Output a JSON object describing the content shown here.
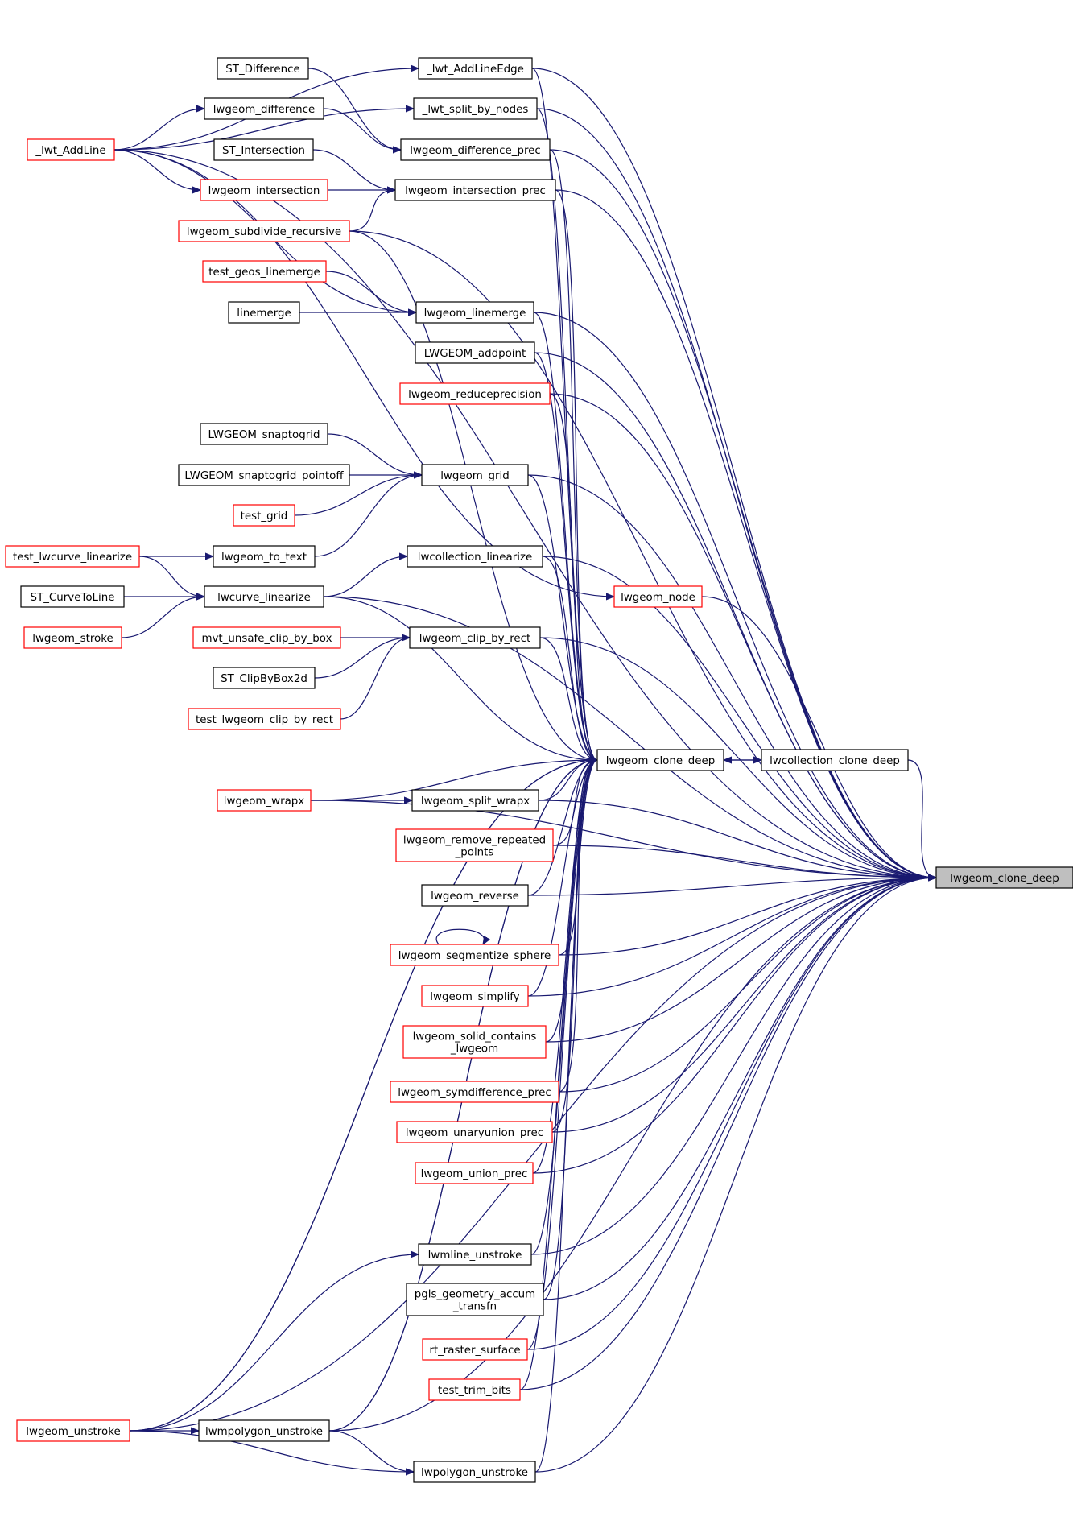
{
  "colors": {
    "edge": "#191970",
    "node_border_default": "#000000",
    "node_border_linked": "#ff0000",
    "node_fill_default": "#ffffff",
    "node_fill_focus": "#bfbfbf"
  },
  "focus_node": "n_lwgeom_clone_deep",
  "nodes": [
    {
      "id": "n_lwgeom_clone_deep",
      "label": "lwgeom_clone_deep",
      "lines": [
        "lwgeom_clone_deep"
      ],
      "style": "focus"
    },
    {
      "id": "n_lwgeom_clone_deep_src",
      "label": "lwgeom_clone_deep",
      "lines": [
        "lwgeom_clone_deep"
      ],
      "style": "default"
    },
    {
      "id": "n_lwcollection_clone_deep",
      "label": "lwcollection_clone_deep",
      "lines": [
        "lwcollection_clone_deep"
      ],
      "style": "default"
    },
    {
      "id": "n_lwt_AddLineEdge",
      "label": "_lwt_AddLineEdge",
      "lines": [
        "_lwt_AddLineEdge"
      ],
      "style": "default"
    },
    {
      "id": "n_lwt_split_by_nodes",
      "label": "_lwt_split_by_nodes",
      "lines": [
        "_lwt_split_by_nodes"
      ],
      "style": "default"
    },
    {
      "id": "n_lwgeom_difference_prec",
      "label": "lwgeom_difference_prec",
      "lines": [
        "lwgeom_difference_prec"
      ],
      "style": "default"
    },
    {
      "id": "n_lwgeom_intersection_prec",
      "label": "lwgeom_intersection_prec",
      "lines": [
        "lwgeom_intersection_prec"
      ],
      "style": "default"
    },
    {
      "id": "n_lwgeom_subdivide_recursive",
      "label": "lwgeom_subdivide_recursive",
      "lines": [
        "lwgeom_subdivide_recursive"
      ],
      "style": "linked"
    },
    {
      "id": "n_lwgeom_linemerge",
      "label": "lwgeom_linemerge",
      "lines": [
        "lwgeom_linemerge"
      ],
      "style": "default"
    },
    {
      "id": "n_LWGEOM_addpoint",
      "label": "LWGEOM_addpoint",
      "lines": [
        "LWGEOM_addpoint"
      ],
      "style": "default"
    },
    {
      "id": "n_lwgeom_reduceprecision",
      "label": "lwgeom_reduceprecision",
      "lines": [
        "lwgeom_reduceprecision"
      ],
      "style": "linked"
    },
    {
      "id": "n_lwgeom_grid",
      "label": "lwgeom_grid",
      "lines": [
        "lwgeom_grid"
      ],
      "style": "default"
    },
    {
      "id": "n_lwcollection_linearize",
      "label": "lwcollection_linearize",
      "lines": [
        "lwcollection_linearize"
      ],
      "style": "default"
    },
    {
      "id": "n_lwgeom_node",
      "label": "lwgeom_node",
      "lines": [
        "lwgeom_node"
      ],
      "style": "linked"
    },
    {
      "id": "n_lwcurve_linearize",
      "label": "lwcurve_linearize",
      "lines": [
        "lwcurve_linearize"
      ],
      "style": "default"
    },
    {
      "id": "n_lwgeom_clip_by_rect",
      "label": "lwgeom_clip_by_rect",
      "lines": [
        "lwgeom_clip_by_rect"
      ],
      "style": "default"
    },
    {
      "id": "n_lwgeom_split_wrapx",
      "label": "lwgeom_split_wrapx",
      "lines": [
        "lwgeom_split_wrapx"
      ],
      "style": "default"
    },
    {
      "id": "n_lwgeom_remove_repeated_points",
      "label": "lwgeom_remove_repeated_points",
      "lines": [
        "lwgeom_remove_repeated",
        "_points"
      ],
      "style": "linked"
    },
    {
      "id": "n_lwgeom_reverse",
      "label": "lwgeom_reverse",
      "lines": [
        "lwgeom_reverse"
      ],
      "style": "default"
    },
    {
      "id": "n_lwgeom_segmentize_sphere",
      "label": "lwgeom_segmentize_sphere",
      "lines": [
        "lwgeom_segmentize_sphere"
      ],
      "style": "linked"
    },
    {
      "id": "n_lwgeom_simplify",
      "label": "lwgeom_simplify",
      "lines": [
        "lwgeom_simplify"
      ],
      "style": "linked"
    },
    {
      "id": "n_lwgeom_solid_contains_lwgeom",
      "label": "lwgeom_solid_contains_lwgeom",
      "lines": [
        "lwgeom_solid_contains",
        "_lwgeom"
      ],
      "style": "linked"
    },
    {
      "id": "n_lwgeom_symdifference_prec",
      "label": "lwgeom_symdifference_prec",
      "lines": [
        "lwgeom_symdifference_prec"
      ],
      "style": "linked"
    },
    {
      "id": "n_lwgeom_unaryunion_prec",
      "label": "lwgeom_unaryunion_prec",
      "lines": [
        "lwgeom_unaryunion_prec"
      ],
      "style": "linked"
    },
    {
      "id": "n_lwgeom_union_prec",
      "label": "lwgeom_union_prec",
      "lines": [
        "lwgeom_union_prec"
      ],
      "style": "linked"
    },
    {
      "id": "n_lwmline_unstroke",
      "label": "lwmline_unstroke",
      "lines": [
        "lwmline_unstroke"
      ],
      "style": "default"
    },
    {
      "id": "n_pgis_geometry_accum_transfn",
      "label": "pgis_geometry_accum_transfn",
      "lines": [
        "pgis_geometry_accum",
        "_transfn"
      ],
      "style": "default"
    },
    {
      "id": "n_rt_raster_surface",
      "label": "rt_raster_surface",
      "lines": [
        "rt_raster_surface"
      ],
      "style": "linked"
    },
    {
      "id": "n_test_trim_bits",
      "label": "test_trim_bits",
      "lines": [
        "test_trim_bits"
      ],
      "style": "linked"
    },
    {
      "id": "n_lwmpolygon_unstroke",
      "label": "lwmpolygon_unstroke",
      "lines": [
        "lwmpolygon_unstroke"
      ],
      "style": "default"
    },
    {
      "id": "n_lwpolygon_unstroke",
      "label": "lwpolygon_unstroke",
      "lines": [
        "lwpolygon_unstroke"
      ],
      "style": "default"
    },
    {
      "id": "n_lwt_AddLine",
      "label": "_lwt_AddLine",
      "lines": [
        "_lwt_AddLine"
      ],
      "style": "linked"
    },
    {
      "id": "n_ST_Difference",
      "label": "ST_Difference",
      "lines": [
        "ST_Difference"
      ],
      "style": "default"
    },
    {
      "id": "n_lwgeom_difference",
      "label": "lwgeom_difference",
      "lines": [
        "lwgeom_difference"
      ],
      "style": "default"
    },
    {
      "id": "n_ST_Intersection",
      "label": "ST_Intersection",
      "lines": [
        "ST_Intersection"
      ],
      "style": "default"
    },
    {
      "id": "n_lwgeom_intersection",
      "label": "lwgeom_intersection",
      "lines": [
        "lwgeom_intersection"
      ],
      "style": "linked"
    },
    {
      "id": "n_test_geos_linemerge",
      "label": "test_geos_linemerge",
      "lines": [
        "test_geos_linemerge"
      ],
      "style": "linked"
    },
    {
      "id": "n_linemerge",
      "label": "linemerge",
      "lines": [
        "linemerge"
      ],
      "style": "default"
    },
    {
      "id": "n_LWGEOM_snaptogrid",
      "label": "LWGEOM_snaptogrid",
      "lines": [
        "LWGEOM_snaptogrid"
      ],
      "style": "default"
    },
    {
      "id": "n_LWGEOM_snaptogrid_pointoff",
      "label": "LWGEOM_snaptogrid_pointoff",
      "lines": [
        "LWGEOM_snaptogrid_pointoff"
      ],
      "style": "default"
    },
    {
      "id": "n_test_grid",
      "label": "test_grid",
      "lines": [
        "test_grid"
      ],
      "style": "linked"
    },
    {
      "id": "n_lwgeom_to_text",
      "label": "lwgeom_to_text",
      "lines": [
        "lwgeom_to_text"
      ],
      "style": "default"
    },
    {
      "id": "n_test_lwcurve_linearize",
      "label": "test_lwcurve_linearize",
      "lines": [
        "test_lwcurve_linearize"
      ],
      "style": "linked"
    },
    {
      "id": "n_ST_CurveToLine",
      "label": "ST_CurveToLine",
      "lines": [
        "ST_CurveToLine"
      ],
      "style": "default"
    },
    {
      "id": "n_lwgeom_stroke",
      "label": "lwgeom_stroke",
      "lines": [
        "lwgeom_stroke"
      ],
      "style": "linked"
    },
    {
      "id": "n_mvt_unsafe_clip_by_box",
      "label": "mvt_unsafe_clip_by_box",
      "lines": [
        "mvt_unsafe_clip_by_box"
      ],
      "style": "linked"
    },
    {
      "id": "n_ST_ClipByBox2d",
      "label": "ST_ClipByBox2d",
      "lines": [
        "ST_ClipByBox2d"
      ],
      "style": "default"
    },
    {
      "id": "n_test_lwgeom_clip_by_rect",
      "label": "test_lwgeom_clip_by_rect",
      "lines": [
        "test_lwgeom_clip_by_rect"
      ],
      "style": "linked"
    },
    {
      "id": "n_lwgeom_wrapx",
      "label": "lwgeom_wrapx",
      "lines": [
        "lwgeom_wrapx"
      ],
      "style": "linked"
    },
    {
      "id": "n_lwgeom_unstroke",
      "label": "lwgeom_unstroke",
      "lines": [
        "lwgeom_unstroke"
      ],
      "style": "linked"
    }
  ],
  "edges": [
    {
      "from": "n_lwt_AddLineEdge",
      "to": "n_lwgeom_clone_deep"
    },
    {
      "from": "n_lwt_split_by_nodes",
      "to": "n_lwgeom_clone_deep"
    },
    {
      "from": "n_lwgeom_difference_prec",
      "to": "n_lwgeom_clone_deep"
    },
    {
      "from": "n_lwgeom_intersection_prec",
      "to": "n_lwgeom_clone_deep"
    },
    {
      "from": "n_lwgeom_subdivide_recursive",
      "to": "n_lwgeom_clone_deep"
    },
    {
      "from": "n_lwgeom_linemerge",
      "to": "n_lwgeom_clone_deep"
    },
    {
      "from": "n_LWGEOM_addpoint",
      "to": "n_lwgeom_clone_deep"
    },
    {
      "from": "n_lwgeom_reduceprecision",
      "to": "n_lwgeom_clone_deep"
    },
    {
      "from": "n_lwgeom_grid",
      "to": "n_lwgeom_clone_deep"
    },
    {
      "from": "n_lwcurve_linearize",
      "to": "n_lwgeom_clone_deep"
    },
    {
      "from": "n_lwcollection_linearize",
      "to": "n_lwgeom_clone_deep"
    },
    {
      "from": "n_lwgeom_clip_by_rect",
      "to": "n_lwgeom_clone_deep"
    },
    {
      "from": "n_lwcollection_clone_deep",
      "to": "n_lwgeom_clone_deep"
    },
    {
      "from": "n_lwgeom_wrapx",
      "to": "n_lwgeom_clone_deep"
    },
    {
      "from": "n_lwgeom_split_wrapx",
      "to": "n_lwgeom_clone_deep"
    },
    {
      "from": "n_lwgeom_remove_repeated_points",
      "to": "n_lwgeom_clone_deep"
    },
    {
      "from": "n_lwgeom_reverse",
      "to": "n_lwgeom_clone_deep"
    },
    {
      "from": "n_lwgeom_segmentize_sphere",
      "to": "n_lwgeom_clone_deep"
    },
    {
      "from": "n_lwgeom_simplify",
      "to": "n_lwgeom_clone_deep"
    },
    {
      "from": "n_lwgeom_solid_contains_lwgeom",
      "to": "n_lwgeom_clone_deep"
    },
    {
      "from": "n_lwgeom_symdifference_prec",
      "to": "n_lwgeom_clone_deep"
    },
    {
      "from": "n_lwgeom_unaryunion_prec",
      "to": "n_lwgeom_clone_deep"
    },
    {
      "from": "n_lwgeom_union_prec",
      "to": "n_lwgeom_clone_deep"
    },
    {
      "from": "n_lwmline_unstroke",
      "to": "n_lwgeom_clone_deep"
    },
    {
      "from": "n_pgis_geometry_accum_transfn",
      "to": "n_lwgeom_clone_deep"
    },
    {
      "from": "n_rt_raster_surface",
      "to": "n_lwgeom_clone_deep"
    },
    {
      "from": "n_test_trim_bits",
      "to": "n_lwgeom_clone_deep"
    },
    {
      "from": "n_lwmpolygon_unstroke",
      "to": "n_lwgeom_clone_deep"
    },
    {
      "from": "n_lwpolygon_unstroke",
      "to": "n_lwgeom_clone_deep"
    },
    {
      "from": "n_lwgeom_unstroke",
      "to": "n_lwgeom_clone_deep"
    },
    {
      "from": "n_lwt_AddLine",
      "to": "n_lwgeom_clone_deep"
    },
    {
      "from": "n_lwgeom_node",
      "to": "n_lwgeom_clone_deep"
    },
    {
      "from": "n_lwt_AddLineEdge",
      "to": "n_lwgeom_clone_deep_src"
    },
    {
      "from": "n_lwt_split_by_nodes",
      "to": "n_lwgeom_clone_deep_src"
    },
    {
      "from": "n_lwgeom_difference_prec",
      "to": "n_lwgeom_clone_deep_src"
    },
    {
      "from": "n_lwgeom_intersection_prec",
      "to": "n_lwgeom_clone_deep_src"
    },
    {
      "from": "n_lwgeom_subdivide_recursive",
      "to": "n_lwgeom_clone_deep_src"
    },
    {
      "from": "n_lwgeom_linemerge",
      "to": "n_lwgeom_clone_deep_src"
    },
    {
      "from": "n_LWGEOM_addpoint",
      "to": "n_lwgeom_clone_deep_src"
    },
    {
      "from": "n_lwgeom_reduceprecision",
      "to": "n_lwgeom_clone_deep_src"
    },
    {
      "from": "n_lwgeom_grid",
      "to": "n_lwgeom_clone_deep_src"
    },
    {
      "from": "n_lwcurve_linearize",
      "to": "n_lwgeom_clone_deep_src"
    },
    {
      "from": "n_lwcollection_linearize",
      "to": "n_lwgeom_clone_deep_src"
    },
    {
      "from": "n_lwgeom_clip_by_rect",
      "to": "n_lwgeom_clone_deep_src"
    },
    {
      "from": "n_lwcollection_clone_deep",
      "to": "n_lwgeom_clone_deep_src"
    },
    {
      "from": "n_lwgeom_clone_deep_src",
      "to": "n_lwcollection_clone_deep"
    },
    {
      "from": "n_lwgeom_wrapx",
      "to": "n_lwgeom_clone_deep_src"
    },
    {
      "from": "n_lwgeom_split_wrapx",
      "to": "n_lwgeom_clone_deep_src"
    },
    {
      "from": "n_lwgeom_remove_repeated_points",
      "to": "n_lwgeom_clone_deep_src"
    },
    {
      "from": "n_lwgeom_reverse",
      "to": "n_lwgeom_clone_deep_src"
    },
    {
      "from": "n_lwgeom_segmentize_sphere",
      "to": "n_lwgeom_clone_deep_src"
    },
    {
      "from": "n_lwgeom_simplify",
      "to": "n_lwgeom_clone_deep_src"
    },
    {
      "from": "n_lwgeom_solid_contains_lwgeom",
      "to": "n_lwgeom_clone_deep_src"
    },
    {
      "from": "n_lwgeom_symdifference_prec",
      "to": "n_lwgeom_clone_deep_src"
    },
    {
      "from": "n_lwgeom_unaryunion_prec",
      "to": "n_lwgeom_clone_deep_src"
    },
    {
      "from": "n_lwgeom_union_prec",
      "to": "n_lwgeom_clone_deep_src"
    },
    {
      "from": "n_lwmline_unstroke",
      "to": "n_lwgeom_clone_deep_src"
    },
    {
      "from": "n_pgis_geometry_accum_transfn",
      "to": "n_lwgeom_clone_deep_src"
    },
    {
      "from": "n_rt_raster_surface",
      "to": "n_lwgeom_clone_deep_src"
    },
    {
      "from": "n_test_trim_bits",
      "to": "n_lwgeom_clone_deep_src"
    },
    {
      "from": "n_lwpolygon_unstroke",
      "to": "n_lwgeom_clone_deep_src"
    },
    {
      "from": "n_lwgeom_unstroke",
      "to": "n_lwgeom_clone_deep_src"
    },
    {
      "from": "n_lwmpolygon_unstroke",
      "to": "n_lwgeom_clone_deep_src"
    },
    {
      "from": "n_lwt_AddLine",
      "to": "n_lwt_AddLineEdge"
    },
    {
      "from": "n_lwt_AddLine",
      "to": "n_lwt_split_by_nodes"
    },
    {
      "from": "n_lwt_AddLine",
      "to": "n_lwgeom_difference"
    },
    {
      "from": "n_lwt_AddLine",
      "to": "n_lwgeom_intersection"
    },
    {
      "from": "n_lwt_AddLine",
      "to": "n_lwgeom_linemerge"
    },
    {
      "from": "n_lwt_AddLine",
      "to": "n_lwgeom_node"
    },
    {
      "from": "n_ST_Difference",
      "to": "n_lwgeom_difference_prec"
    },
    {
      "from": "n_lwgeom_difference",
      "to": "n_lwgeom_difference_prec"
    },
    {
      "from": "n_ST_Intersection",
      "to": "n_lwgeom_intersection_prec"
    },
    {
      "from": "n_lwgeom_intersection",
      "to": "n_lwgeom_intersection_prec"
    },
    {
      "from": "n_lwgeom_subdivide_recursive",
      "to": "n_lwgeom_intersection_prec"
    },
    {
      "from": "n_test_geos_linemerge",
      "to": "n_lwgeom_linemerge"
    },
    {
      "from": "n_linemerge",
      "to": "n_lwgeom_linemerge"
    },
    {
      "from": "n_LWGEOM_snaptogrid",
      "to": "n_lwgeom_grid"
    },
    {
      "from": "n_LWGEOM_snaptogrid_pointoff",
      "to": "n_lwgeom_grid"
    },
    {
      "from": "n_test_grid",
      "to": "n_lwgeom_grid"
    },
    {
      "from": "n_lwgeom_to_text",
      "to": "n_lwgeom_grid"
    },
    {
      "from": "n_test_lwcurve_linearize",
      "to": "n_lwgeom_to_text"
    },
    {
      "from": "n_test_lwcurve_linearize",
      "to": "n_lwcurve_linearize"
    },
    {
      "from": "n_ST_CurveToLine",
      "to": "n_lwcurve_linearize"
    },
    {
      "from": "n_lwgeom_stroke",
      "to": "n_lwcurve_linearize"
    },
    {
      "from": "n_lwcurve_linearize",
      "to": "n_lwcollection_linearize"
    },
    {
      "from": "n_mvt_unsafe_clip_by_box",
      "to": "n_lwgeom_clip_by_rect"
    },
    {
      "from": "n_ST_ClipByBox2d",
      "to": "n_lwgeom_clip_by_rect"
    },
    {
      "from": "n_test_lwgeom_clip_by_rect",
      "to": "n_lwgeom_clip_by_rect"
    },
    {
      "from": "n_lwgeom_wrapx",
      "to": "n_lwgeom_split_wrapx"
    },
    {
      "from": "n_lwgeom_segmentize_sphere",
      "to": "n_lwgeom_segmentize_sphere"
    },
    {
      "from": "n_lwgeom_unstroke",
      "to": "n_lwmline_unstroke"
    },
    {
      "from": "n_lwgeom_unstroke",
      "to": "n_lwmpolygon_unstroke"
    },
    {
      "from": "n_lwgeom_unstroke",
      "to": "n_lwpolygon_unstroke"
    },
    {
      "from": "n_lwmpolygon_unstroke",
      "to": "n_lwpolygon_unstroke"
    },
    {
      "from": "n_lwgeom_unstroke",
      "to": "n_lwgeom_clone_deep_src"
    },
    {
      "from": "n_lwmpolygon_unstroke",
      "to": "n_lwgeom_clone_deep_src"
    }
  ]
}
